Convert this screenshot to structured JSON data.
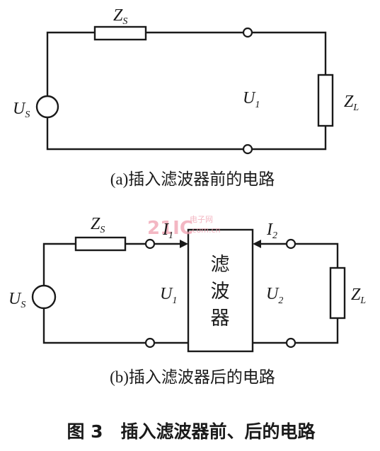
{
  "diagram_a": {
    "source": {
      "main": "U",
      "sub": "S"
    },
    "source_impedance": {
      "main": "Z",
      "sub": "S"
    },
    "port_voltage": {
      "main": "U",
      "sub": "1"
    },
    "load": {
      "main": "Z",
      "sub": "L"
    },
    "caption": "(a)插入滤波器前的电路"
  },
  "diagram_b": {
    "source": {
      "main": "U",
      "sub": "S"
    },
    "source_impedance": {
      "main": "Z",
      "sub": "S"
    },
    "input_current": {
      "main": "I",
      "sub": "1"
    },
    "input_voltage": {
      "main": "U",
      "sub": "1"
    },
    "filter_chars": [
      "滤",
      "波",
      "器"
    ],
    "output_current": {
      "main": "I",
      "sub": "2"
    },
    "output_voltage": {
      "main": "U",
      "sub": "2"
    },
    "load": {
      "main": "Z",
      "sub": "L"
    },
    "caption": "(b)插入滤波器后的电路"
  },
  "watermark": {
    "big": "21IC",
    "small_top": "电子网",
    "small_bottom": ".com.cn"
  },
  "figure_caption": "图 3　插入滤波器前、后的电路"
}
